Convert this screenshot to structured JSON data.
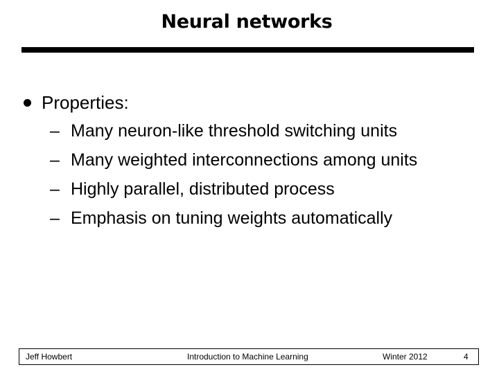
{
  "slide": {
    "title": "Neural networks",
    "bullet": {
      "icon": "filled-circle-bullet",
      "text": "Properties:",
      "dash": "–",
      "sub_items": [
        "Many neuron-like threshold switching units",
        "Many weighted interconnections among units",
        "Highly parallel, distributed process",
        "Emphasis on tuning weights automatically"
      ]
    },
    "footer": {
      "author": "Jeff Howbert",
      "course": "Introduction to Machine Learning",
      "term": "Winter 2012",
      "page": "4"
    }
  }
}
